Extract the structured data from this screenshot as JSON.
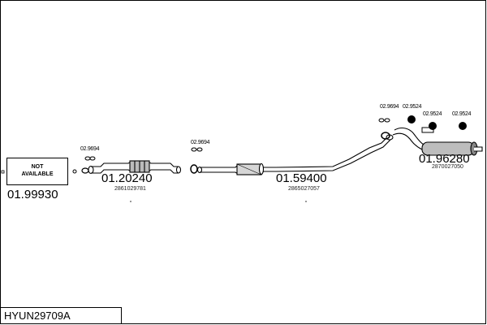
{
  "title": "HYUN29709A",
  "not_available": {
    "line1": "NOT",
    "line2": "AVAILABLE"
  },
  "parts": [
    {
      "number": "01.99930",
      "oe": ""
    },
    {
      "number": "01.20240",
      "oe": "2861029781"
    },
    {
      "number": "01.59400",
      "oe": "2865027057"
    },
    {
      "number": "01.96280",
      "oe": "2870027050"
    }
  ],
  "clips": [
    "02.9694",
    "02.9694",
    "02.9694",
    "02.9524",
    "02.9524",
    "02.9524"
  ]
}
